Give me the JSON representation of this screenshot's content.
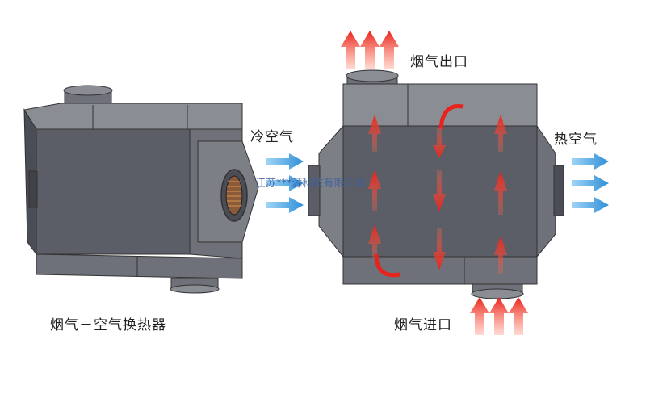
{
  "labels": {
    "left_caption": "烟气－空气换热器",
    "flue_gas_outlet": "烟气出口",
    "cold_air": "冷空气",
    "hot_air": "热空气",
    "flue_gas_inlet": "烟气进口"
  },
  "watermark": "江苏***源科技有限公司",
  "colors": {
    "body_dark": "#5b5e66",
    "body_mid": "#6e7179",
    "body_light": "#8a8d94",
    "flue_arrow": "#e8231b",
    "air_arrow": "#3a9bdc"
  }
}
